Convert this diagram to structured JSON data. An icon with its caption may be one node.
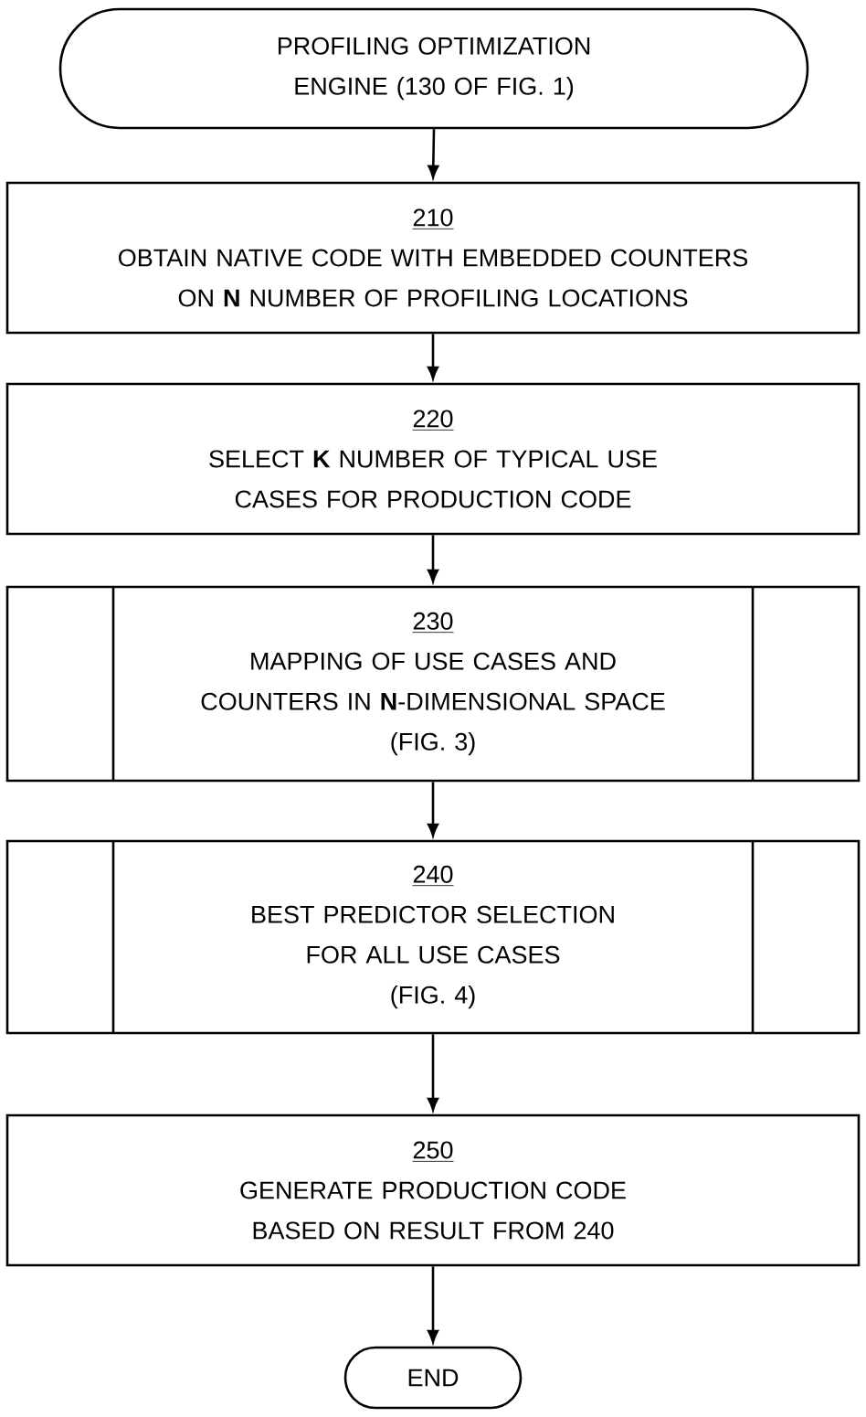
{
  "diagram": {
    "nodes": [
      {
        "text": [
          "PROFILING OPTIMIZATION ENGINE (130 OF FIG. 1)"
        ]
      },
      {
        "text": [
          "210",
          "OBTAIN NATIVE CODE WITH EMBEDDED COUNTERS ON **N** NUMBER OF PROFILING LOCATIONS"
        ]
      },
      {
        "text": [
          "220",
          "SELECT **K** NUMBER OF TYPICAL USE CASES FOR PRODUCTION CODE"
        ]
      },
      {
        "text": [
          "230",
          "MAPPING OF USE CASES AND COUNTERS IN **N**-DIMENSIONAL SPACE",
          "(FIG. 3)"
        ]
      },
      {
        "text": [
          "240",
          "BEST PREDICTOR SELECTION FOR ALL USE CASES",
          "(FIG. 4)"
        ]
      },
      {
        "text": [
          "250",
          "GENERATE PRODUCTION CODE BASED ON RESULT FROM 240"
        ]
      },
      {
        "text": [
          "END"
        ]
      }
    ],
    "edges": [
      {
        "from": 0,
        "to": 1,
        "arrow": "to"
      },
      {
        "from": 1,
        "to": 2,
        "arrow": "to"
      },
      {
        "from": 2,
        "to": 3,
        "arrow": "to"
      },
      {
        "from": 3,
        "to": 4,
        "arrow": "to"
      },
      {
        "from": 4,
        "to": 5,
        "arrow": "to"
      },
      {
        "from": 5,
        "to": 6,
        "arrow": "to"
      }
    ]
  }
}
